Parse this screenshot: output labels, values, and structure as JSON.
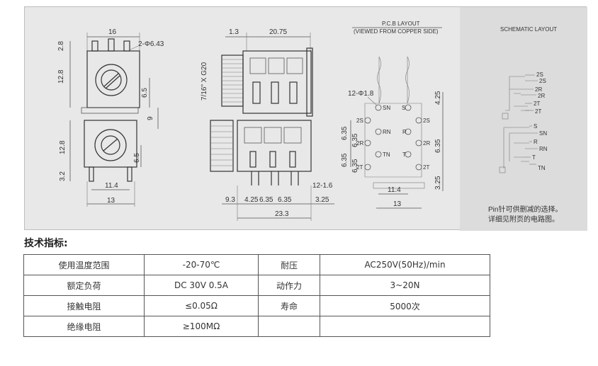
{
  "drawing": {
    "front_view": {
      "dims": [
        "16",
        "2.8",
        "12.8",
        "2-Φ6.43",
        "6.5",
        "9"
      ],
      "dims_lower": [
        "12.8",
        "6.5",
        "3.2",
        "11.4",
        "13"
      ]
    },
    "side_view": {
      "dims": [
        "1.3",
        "20.75",
        "7/16\" X G20",
        "12-1.6",
        "9.3",
        "4.25",
        "6.35",
        "6.35",
        "3.25",
        "23.3"
      ]
    },
    "pcb_layout": {
      "title": "P.C.B LAYOUT",
      "subtitle": "(VIEWED FROM COPPER SIDE)",
      "dims": [
        "12-Φ1.8",
        "6.35",
        "6.35",
        "6.35",
        "6.35",
        "4.25",
        "6.35",
        "3.25",
        "11.4",
        "13"
      ],
      "pins_left": [
        "SN",
        "2S",
        "RN",
        "2R",
        "TN",
        "2T"
      ],
      "pins_right": [
        "S",
        "2S",
        "R",
        "2R",
        "T",
        "2T"
      ]
    },
    "schematic": {
      "title": "SCHEMATIC LAYOUT",
      "pins_top": [
        "2S",
        "2S",
        "2R",
        "2R",
        "2T",
        "2T"
      ],
      "pins_bottom": [
        "S",
        "SN",
        "R",
        "RN",
        "T",
        "TN"
      ],
      "note_line1": "Pin针可供删减的选择。",
      "note_line2": "详细见附页的电路图。"
    }
  },
  "specs": {
    "heading": "技术指标:",
    "rows": [
      [
        "使用温度范围",
        "-20-70℃",
        "耐压",
        "AC250V(50Hz)/min"
      ],
      [
        "额定负荷",
        "DC 30V 0.5A",
        "动作力",
        "3~20N"
      ],
      [
        "接触电阻",
        "≤0.05Ω",
        "寿命",
        "5000次"
      ],
      [
        "绝缘电阻",
        "≥100MΩ",
        "",
        ""
      ]
    ]
  }
}
